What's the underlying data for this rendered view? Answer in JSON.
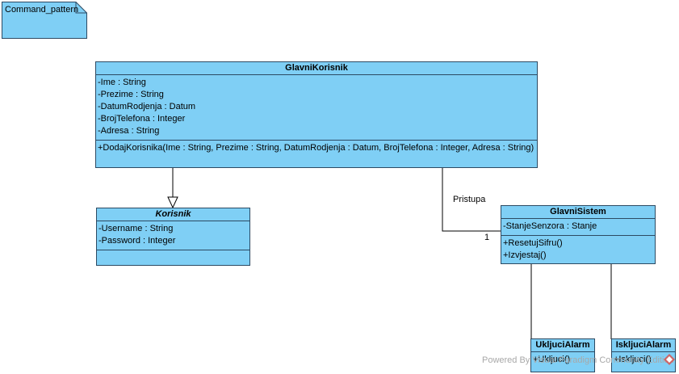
{
  "note": {
    "text": "Command_pattern"
  },
  "classes": {
    "glavni_korisnik": {
      "name": "GlavniKorisnik",
      "attributes": [
        "-Ime : String",
        "-Prezime : String",
        "-DatumRodjenja : Datum",
        "-BrojTelefona : Integer",
        "-Adresa : String"
      ],
      "operations": [
        "+DodajKorisnika(Ime : String, Prezime : String, DatumRodjenja : Datum, BrojTelefona : Integer, Adresa : String)"
      ]
    },
    "korisnik": {
      "name": "Korisnik",
      "attributes": [
        "-Username : String",
        "-Password : Integer"
      ],
      "operations": []
    },
    "glavni_sistem": {
      "name": "GlavniSistem",
      "attributes": [
        "-StanjeSenzora : Stanje"
      ],
      "operations": [
        "+ResetujSifru()",
        "+Izvjestaj()"
      ]
    },
    "ukljuci_alarm": {
      "name": "UkljuciAlarm",
      "operations": [
        "+Ukljuci()"
      ]
    },
    "iskljuci_alarm": {
      "name": "IskljuciAlarm",
      "operations": [
        "+Iskljuci()"
      ]
    }
  },
  "association": {
    "label": "Pristupa",
    "multiplicity": "1"
  },
  "watermark": "Powered By  Visual Paradigm Community Edition",
  "colors": {
    "class_fill": "#7fcff5",
    "border": "#2c4a63",
    "watermark": "#a8a8a8"
  }
}
